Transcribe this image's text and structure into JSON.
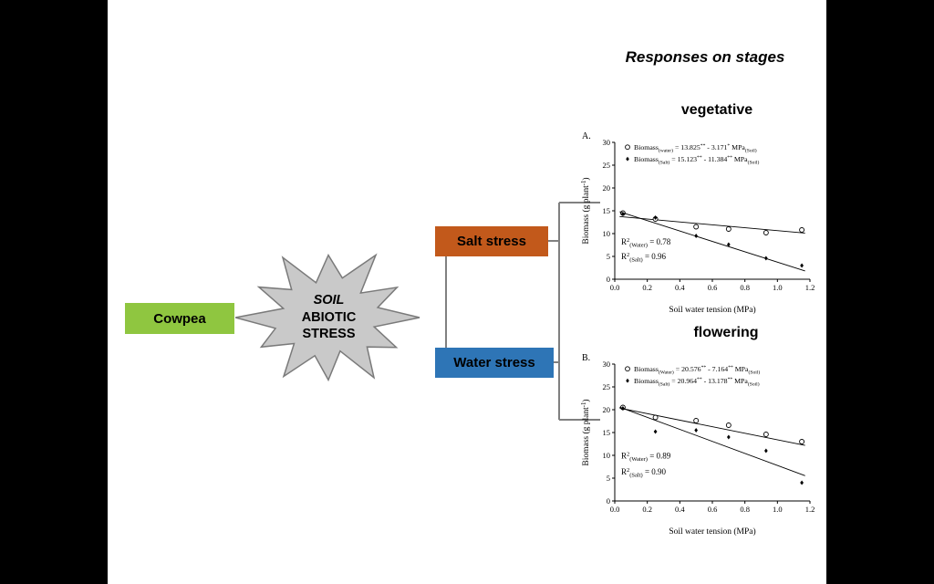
{
  "header": {
    "title": "Responses on stages"
  },
  "diagram": {
    "cowpea": "Cowpea",
    "burst": [
      "SOIL",
      "ABIOTIC",
      "STRESS"
    ],
    "salt": "Salt stress",
    "water": "Water stress",
    "colors": {
      "cowpea": "#8fc640",
      "salt": "#c2591b",
      "water": "#2e75b6",
      "burst_fill": "#c9c9c9",
      "burst_stroke": "#7a7a7a",
      "connector": "#808080"
    }
  },
  "chart_data": [
    {
      "type": "scatter",
      "panel": "A.",
      "stage": "vegetative",
      "xlabel": "Soil water tension (MPa)",
      "ylabel_segments": [
        [
          "Biomass (g plant",
          "n"
        ],
        [
          "-1",
          "sup"
        ],
        [
          ")",
          "n"
        ]
      ],
      "xlim": [
        0,
        1.2
      ],
      "ylim": [
        0,
        30
      ],
      "xticks": [
        0,
        0.2,
        0.4,
        0.6,
        0.8,
        1.0,
        1.2
      ],
      "xtick_labels": [
        "0.0",
        "0.2",
        "0.4",
        "0.6",
        "0.8",
        "1.0",
        "1.2"
      ],
      "yticks": [
        0,
        5,
        10,
        15,
        20,
        25,
        30
      ],
      "ytick_labels": [
        "0",
        "5",
        "10",
        "15",
        "20",
        "25",
        "30"
      ],
      "grid": false,
      "legend_position": "top-inside",
      "series": [
        {
          "name": "water",
          "marker": "circle-open",
          "equation_segments": [
            [
              "Biomass",
              "n"
            ],
            [
              "(water)",
              "sub"
            ],
            [
              " = 13.825",
              "n"
            ],
            [
              "**",
              "sup"
            ],
            [
              " - 3.171",
              "n"
            ],
            [
              "*",
              "sup"
            ],
            [
              " MPa",
              "n"
            ],
            [
              "(Soil)",
              "sub"
            ]
          ],
          "regression": {
            "intercept": 13.825,
            "slope": -3.171
          },
          "r2": {
            "value": 0.78,
            "y": 7.6,
            "segments": [
              [
                "R",
                "n"
              ],
              [
                "2",
                "sup"
              ],
              [
                "(Water)",
                "sub"
              ],
              [
                " = 0.78",
                "n"
              ]
            ]
          },
          "points": [
            [
              0.05,
              14.5
            ],
            [
              0.25,
              13.2
            ],
            [
              0.5,
              11.5
            ],
            [
              0.7,
              11.0
            ],
            [
              0.93,
              10.2
            ],
            [
              1.15,
              10.8
            ]
          ]
        },
        {
          "name": "salt",
          "marker": "diamond-filled",
          "equation_segments": [
            [
              "Biomass",
              "n"
            ],
            [
              "(Salt)",
              "sub"
            ],
            [
              " = 15.123",
              "n"
            ],
            [
              "**",
              "sup"
            ],
            [
              " - 11.384",
              "n"
            ],
            [
              "**",
              "sup"
            ],
            [
              " MPa",
              "n"
            ],
            [
              "(Soil)",
              "sub"
            ]
          ],
          "regression": {
            "intercept": 15.123,
            "slope": -11.384
          },
          "r2": {
            "value": 0.96,
            "y": 4.4,
            "segments": [
              [
                "R",
                "n"
              ],
              [
                "2",
                "sup"
              ],
              [
                "(Salt)",
                "sub"
              ],
              [
                " = 0.96",
                "n"
              ]
            ]
          },
          "points": [
            [
              0.05,
              14.3
            ],
            [
              0.25,
              13.5
            ],
            [
              0.5,
              9.5
            ],
            [
              0.7,
              7.6
            ],
            [
              0.93,
              4.6
            ],
            [
              1.15,
              3.0
            ]
          ]
        }
      ]
    },
    {
      "type": "scatter",
      "panel": "B.",
      "stage": "flowering",
      "xlabel": "Soil water tension (MPa)",
      "ylabel_segments": [
        [
          "Biomass (g plant",
          "n"
        ],
        [
          "-1",
          "sup"
        ],
        [
          ")",
          "n"
        ]
      ],
      "xlim": [
        0,
        1.2
      ],
      "ylim": [
        0,
        30
      ],
      "xticks": [
        0,
        0.2,
        0.4,
        0.6,
        0.8,
        1.0,
        1.2
      ],
      "xtick_labels": [
        "0.0",
        "0.2",
        "0.4",
        "0.6",
        "0.8",
        "1.0",
        "1.2"
      ],
      "yticks": [
        0,
        5,
        10,
        15,
        20,
        25,
        30
      ],
      "ytick_labels": [
        "0",
        "5",
        "10",
        "15",
        "20",
        "25",
        "30"
      ],
      "grid": false,
      "legend_position": "top-inside",
      "series": [
        {
          "name": "water",
          "marker": "circle-open",
          "equation_segments": [
            [
              "Biomass",
              "n"
            ],
            [
              "(Water)",
              "sub"
            ],
            [
              " = 20.576",
              "n"
            ],
            [
              "**",
              "sup"
            ],
            [
              " - 7.164",
              "n"
            ],
            [
              "**",
              "sup"
            ],
            [
              " MPa",
              "n"
            ],
            [
              "(Soil)",
              "sub"
            ]
          ],
          "regression": {
            "intercept": 20.576,
            "slope": -7.164
          },
          "r2": {
            "value": 0.89,
            "y": 9.3,
            "segments": [
              [
                "R",
                "n"
              ],
              [
                "2",
                "sup"
              ],
              [
                "(Water)",
                "sub"
              ],
              [
                " = 0.89",
                "n"
              ]
            ]
          },
          "points": [
            [
              0.05,
              20.5
            ],
            [
              0.25,
              18.3
            ],
            [
              0.5,
              17.6
            ],
            [
              0.7,
              16.6
            ],
            [
              0.93,
              14.6
            ],
            [
              1.15,
              13.0
            ]
          ]
        },
        {
          "name": "salt",
          "marker": "diamond-filled",
          "equation_segments": [
            [
              "Biomass",
              "n"
            ],
            [
              "(Salt)",
              "sub"
            ],
            [
              " = 20.964",
              "n"
            ],
            [
              "**",
              "sup"
            ],
            [
              " - 13.178",
              "n"
            ],
            [
              "**",
              "sup"
            ],
            [
              " MPa",
              "n"
            ],
            [
              "(Soil)",
              "sub"
            ]
          ],
          "regression": {
            "intercept": 20.964,
            "slope": -13.178
          },
          "r2": {
            "value": 0.9,
            "y": 5.8,
            "segments": [
              [
                "R",
                "n"
              ],
              [
                "2",
                "sup"
              ],
              [
                "(Salt)",
                "sub"
              ],
              [
                " = 0.90",
                "n"
              ]
            ]
          },
          "points": [
            [
              0.05,
              20.3
            ],
            [
              0.25,
              15.2
            ],
            [
              0.5,
              15.5
            ],
            [
              0.7,
              14.0
            ],
            [
              0.93,
              11.0
            ],
            [
              1.15,
              4.0
            ]
          ]
        }
      ]
    }
  ]
}
